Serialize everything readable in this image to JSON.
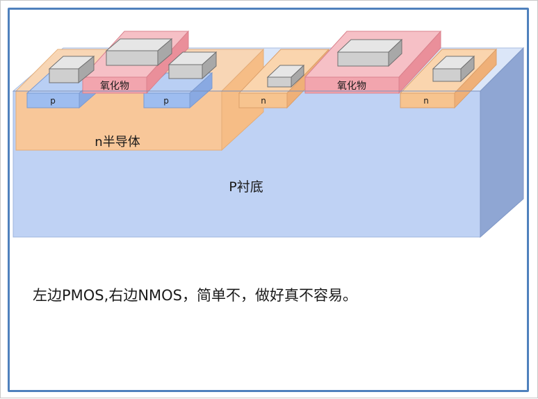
{
  "diagram": {
    "labels": {
      "p_left_1": "p",
      "p_left_2": "p",
      "oxide_left": "氧化物",
      "n_well": "n半导体",
      "substrate": "P衬底",
      "n_right_1": "n",
      "n_right_2": "n",
      "oxide_right": "氧化物"
    },
    "colors": {
      "substrate": "#b9cdf2",
      "n_well": "#f9c99a",
      "p_region": "#9dbbee",
      "n_region": "#f7c48f",
      "oxide": "#f3a8b0",
      "metal": "#d9d9d9"
    }
  },
  "caption": "左边PMOS,右边NMOS，简单不，做好真不容易。"
}
